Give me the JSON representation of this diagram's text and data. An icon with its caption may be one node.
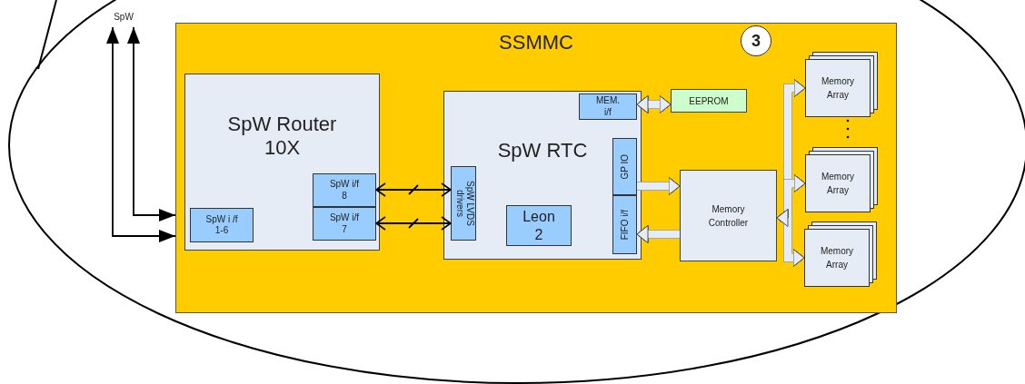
{
  "diagram": {
    "nodes": [
      {
        "text": [
          "SSMMC"
        ]
      },
      {
        "text": [
          "3"
        ],
        "in": 0
      },
      {
        "text": [
          "SpW Router 10X"
        ],
        "in": 0
      },
      {
        "text": [
          "SpW i /f 1-6"
        ],
        "in": 2
      },
      {
        "text": [
          "SpW i/f 8"
        ],
        "in": 2
      },
      {
        "text": [
          "SpW i/f 7"
        ],
        "in": 2
      },
      {
        "text": [
          "SpW RTC"
        ],
        "in": 0
      },
      {
        "text": [
          "SpW LVDS drivers"
        ],
        "in": 6
      },
      {
        "text": [
          "MEM. i/f"
        ],
        "in": 6
      },
      {
        "text": [
          "GP IO"
        ],
        "in": 6
      },
      {
        "text": [
          "FIFO i/f"
        ],
        "in": 6
      },
      {
        "text": [
          "Leon 2"
        ],
        "in": 6
      },
      {
        "text": [
          "EEPROM"
        ],
        "in": 0
      },
      {
        "text": [
          "Memory Controller"
        ],
        "in": 0
      },
      {
        "text": [
          "Memory Array"
        ],
        "in": 0
      },
      {
        "text": [
          "Memory Array"
        ],
        "in": 0
      },
      {
        "text": [
          "Memory Array"
        ],
        "in": 0
      },
      {
        "text": [
          "SpW"
        ]
      }
    ],
    "edges": [
      {
        "from": 17,
        "to": 0,
        "arrow": "both",
        "color": "#000000"
      },
      {
        "from": 17,
        "to": 0,
        "arrow": "both",
        "color": "#000000"
      },
      {
        "from": 4,
        "to": 7,
        "arrow": "both",
        "color": "#000000"
      },
      {
        "from": 5,
        "to": 7,
        "arrow": "both",
        "color": "#000000"
      },
      {
        "from": 8,
        "to": 12,
        "arrow": "both"
      },
      {
        "from": 9,
        "to": 13,
        "arrow": "to"
      },
      {
        "from": 13,
        "to": 10,
        "arrow": "to"
      },
      {
        "from": 13,
        "to": 14,
        "arrow": "both"
      },
      {
        "from": 13,
        "to": 15,
        "arrow": "both"
      },
      {
        "from": 13,
        "to": 16,
        "arrow": "both"
      }
    ]
  }
}
